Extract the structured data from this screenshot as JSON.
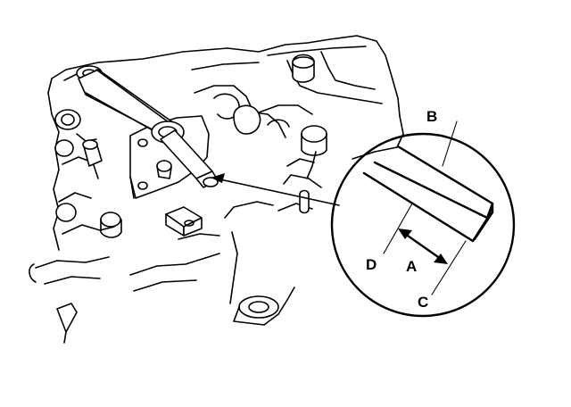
{
  "labels": {
    "a": "A",
    "b": "B",
    "c": "C",
    "d": "D"
  },
  "colors": {
    "line": "#000000",
    "background": "#ffffff"
  }
}
